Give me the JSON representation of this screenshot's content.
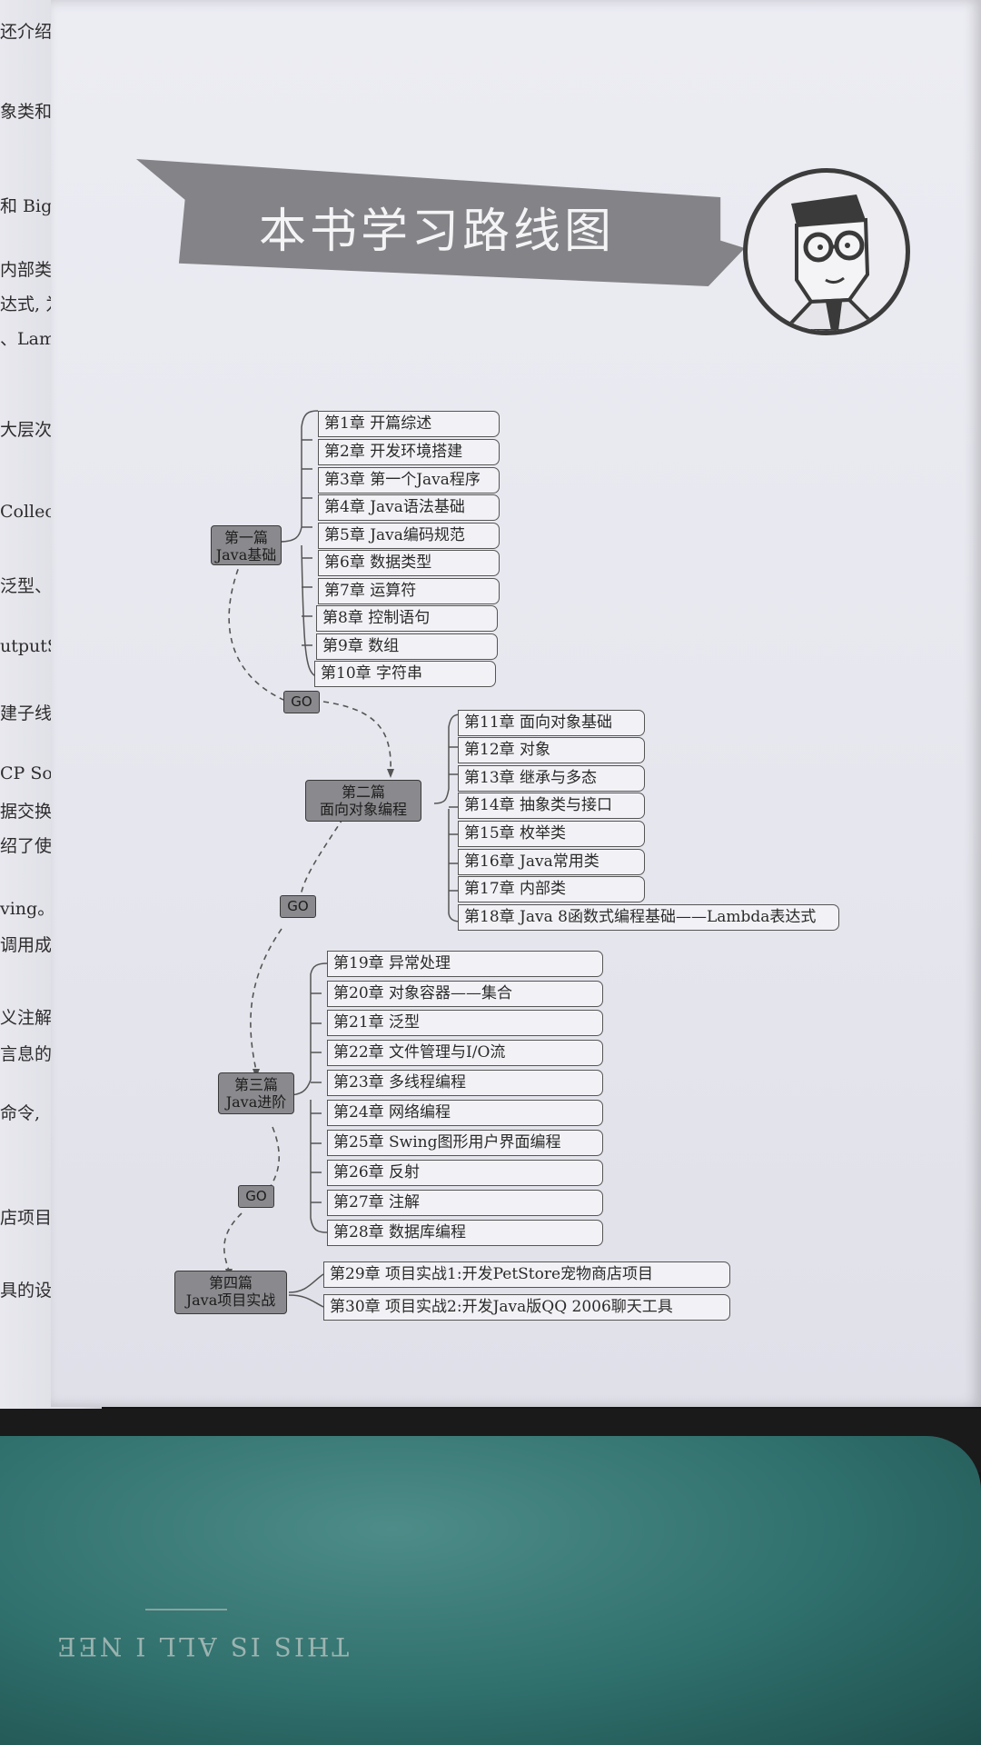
{
  "banner": {
    "title": "本书学习路线图"
  },
  "left_page_lines": [
    "还介绍了 fina",
    "象类和接口,",
    "和 BigDecim",
    "内部类。",
    "达式, 为什么",
    "、Lambda 表",
    "大层次、捕获",
    "Collection,",
    "泛型、自定",
    "utputStream",
    "建子线程,",
    "CP Socket",
    "据交换格",
    "绍了使用",
    "ving。",
    "调用成员",
    "义注解。",
    "言息的方",
    "命令,",
    "店项目",
    "具的设"
  ],
  "parts": [
    {
      "line1": "第一篇",
      "line2": "Java基础"
    },
    {
      "line1": "第二篇",
      "line2": "面向对象编程"
    },
    {
      "line1": "第三篇",
      "line2": "Java进阶"
    },
    {
      "line1": "第四篇",
      "line2": "Java项目实战"
    }
  ],
  "go_label": "GO",
  "chapters": [
    "第1章 开篇综述",
    "第2章 开发环境搭建",
    "第3章 第一个Java程序",
    "第4章 Java语法基础",
    "第5章 Java编码规范",
    "第6章 数据类型",
    "第7章 运算符",
    "第8章 控制语句",
    "第9章 数组",
    "第10章 字符串",
    "第11章 面向对象基础",
    "第12章 对象",
    "第13章 继承与多态",
    "第14章 抽象类与接口",
    "第15章 枚举类",
    "第16章 Java常用类",
    "第17章 内部类",
    "第18章 Java 8函数式编程基础——Lambda表达式",
    "第19章 异常处理",
    "第20章 对象容器——集合",
    "第21章 泛型",
    "第22章 文件管理与I/O流",
    "第23章 多线程编程",
    "第24章 网络编程",
    "第25章 Swing图形用户界面编程",
    "第26章 反射",
    "第27章 注解",
    "第28章 数据库编程",
    "第29章 项目实战1:开发PetStore宠物商店项目",
    "第30章 项目实战2:开发Java版QQ 2006聊天工具"
  ],
  "fabric_text": "THIS IS ALL I NEE",
  "colors": {
    "node_fill": "#f2f2f6",
    "part_fill": "#8a8a8e",
    "banner": "#848488"
  }
}
